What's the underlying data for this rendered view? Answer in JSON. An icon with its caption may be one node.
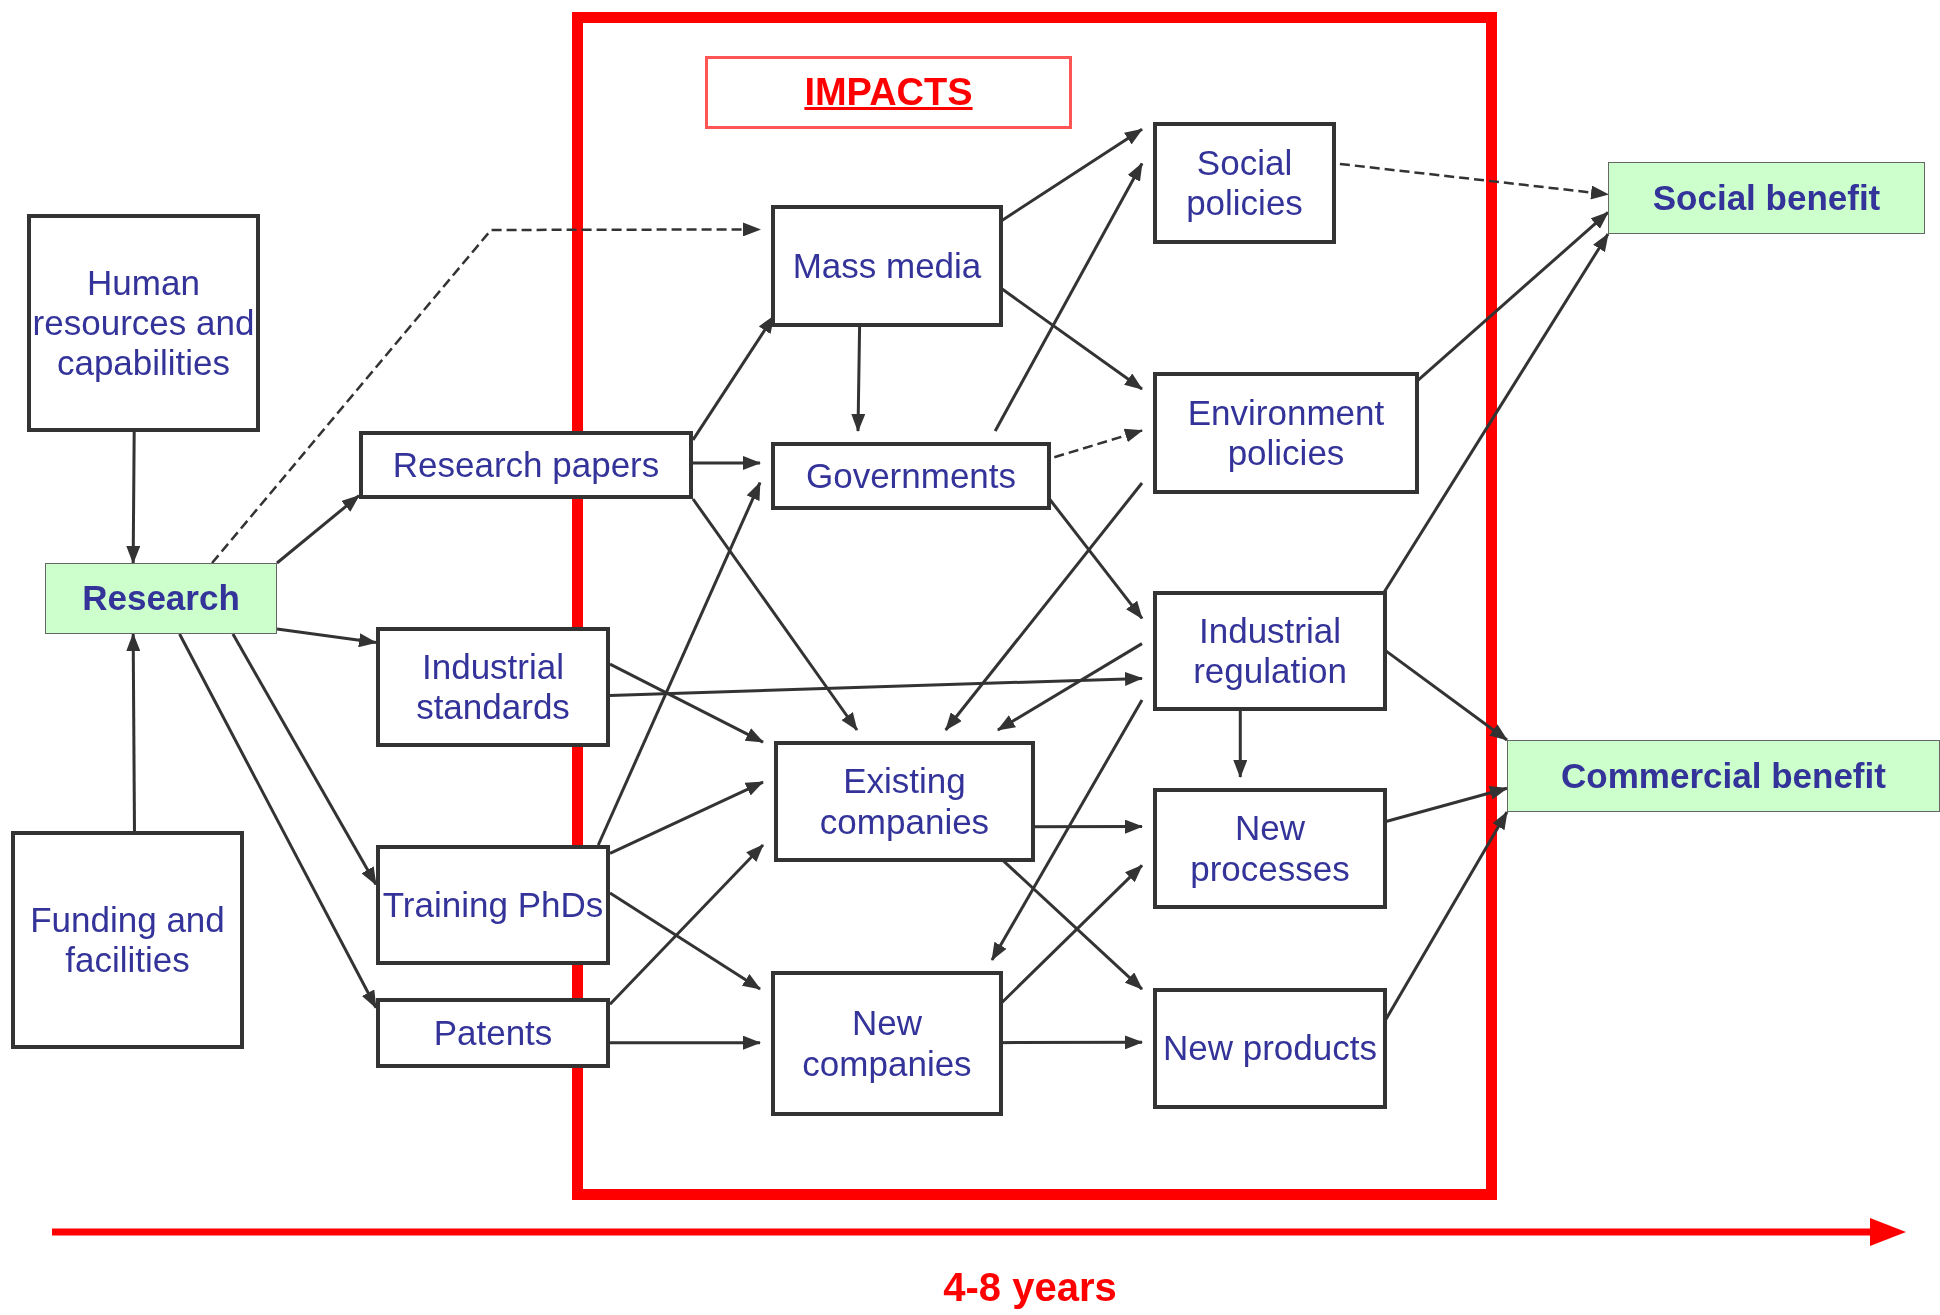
{
  "diagram": {
    "nodes": [
      {
        "text": [
          "Human resources and capabilities"
        ]
      },
      {
        "text": [
          "Research"
        ]
      },
      {
        "text": [
          "Funding and facilities"
        ]
      },
      {
        "text": [
          "Research papers"
        ]
      },
      {
        "text": [
          "Industrial standards"
        ]
      },
      {
        "text": [
          "Training PhDs"
        ]
      },
      {
        "text": [
          "Patents"
        ]
      },
      {
        "text": [
          "IMPACTS"
        ]
      },
      {
        "text": [
          "Mass media"
        ],
        "in": 7
      },
      {
        "text": [
          "Governments"
        ],
        "in": 7
      },
      {
        "text": [
          "Existing companies"
        ],
        "in": 7
      },
      {
        "text": [
          "New companies"
        ],
        "in": 7
      },
      {
        "text": [
          "Social policies"
        ],
        "in": 7
      },
      {
        "text": [
          "Environment policies"
        ],
        "in": 7
      },
      {
        "text": [
          "Industrial regulation"
        ],
        "in": 7
      },
      {
        "text": [
          "New processes"
        ],
        "in": 7
      },
      {
        "text": [
          "New products"
        ],
        "in": 7
      },
      {
        "text": [
          "Social benefit"
        ]
      },
      {
        "text": [
          "Commercial benefit"
        ]
      }
    ],
    "edges": [
      {
        "from": 0,
        "to": 1,
        "arrow": "to"
      },
      {
        "from": 2,
        "to": 1,
        "arrow": "to"
      },
      {
        "from": 1,
        "to": 8,
        "arrow": "to",
        "style": "dashed"
      },
      {
        "from": 1,
        "to": 3,
        "arrow": "to"
      },
      {
        "from": 1,
        "to": 4,
        "arrow": "to"
      },
      {
        "from": 1,
        "to": 5,
        "arrow": "to"
      },
      {
        "from": 1,
        "to": 6,
        "arrow": "to"
      },
      {
        "from": 3,
        "to": 8,
        "arrow": "to"
      },
      {
        "from": 3,
        "to": 9,
        "arrow": "to"
      },
      {
        "from": 3,
        "to": 10,
        "arrow": "to"
      },
      {
        "from": 4,
        "to": 10,
        "arrow": "to"
      },
      {
        "from": 4,
        "to": 14,
        "arrow": "to"
      },
      {
        "from": 5,
        "to": 9,
        "arrow": "to"
      },
      {
        "from": 5,
        "to": 10,
        "arrow": "to"
      },
      {
        "from": 5,
        "to": 11,
        "arrow": "to"
      },
      {
        "from": 6,
        "to": 10,
        "arrow": "to"
      },
      {
        "from": 6,
        "to": 11,
        "arrow": "to"
      },
      {
        "from": 8,
        "to": 9,
        "arrow": "to"
      },
      {
        "from": 8,
        "to": 12,
        "arrow": "to"
      },
      {
        "from": 8,
        "to": 13,
        "arrow": "to"
      },
      {
        "from": 9,
        "to": 12,
        "arrow": "to"
      },
      {
        "from": 9,
        "to": 13,
        "arrow": "to",
        "style": "dashed"
      },
      {
        "from": 9,
        "to": 14,
        "arrow": "to"
      },
      {
        "from": 13,
        "to": 10,
        "arrow": "to"
      },
      {
        "from": 14,
        "to": 10,
        "arrow": "to"
      },
      {
        "from": 14,
        "to": 11,
        "arrow": "to"
      },
      {
        "from": 10,
        "to": 15,
        "arrow": "to"
      },
      {
        "from": 10,
        "to": 16,
        "arrow": "to"
      },
      {
        "from": 11,
        "to": 15,
        "arrow": "to"
      },
      {
        "from": 11,
        "to": 16,
        "arrow": "to"
      },
      {
        "from": 14,
        "to": 15,
        "arrow": "to"
      },
      {
        "from": 12,
        "to": 17,
        "arrow": "to",
        "style": "dashed"
      },
      {
        "from": 13,
        "to": 17,
        "arrow": "to"
      },
      {
        "from": 14,
        "to": 17,
        "arrow": "to"
      },
      {
        "from": 14,
        "to": 18,
        "arrow": "to"
      },
      {
        "from": 15,
        "to": 18,
        "arrow": "to"
      },
      {
        "from": 16,
        "to": 18,
        "arrow": "to"
      }
    ],
    "labels": [
      "4-8 years"
    ]
  }
}
